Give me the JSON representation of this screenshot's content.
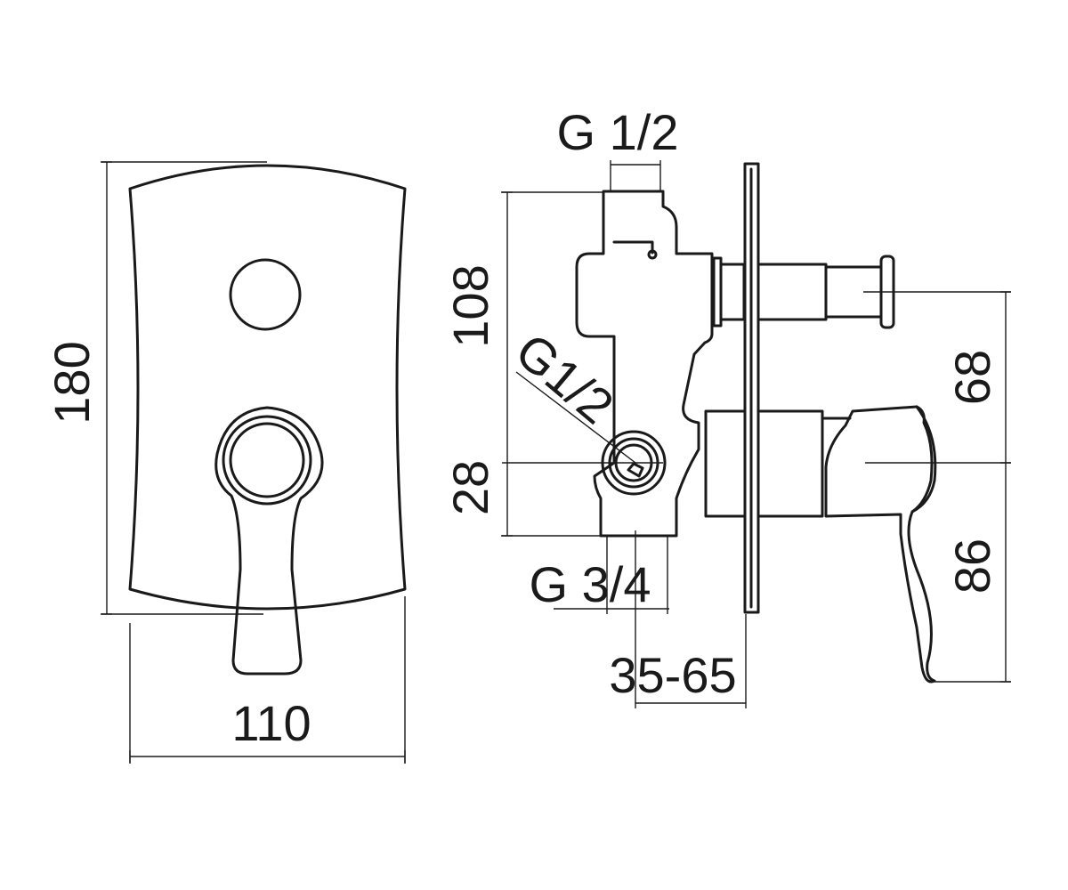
{
  "dimensions": {
    "front_height": "180",
    "front_width": "110",
    "inlet_top": "G 1/2",
    "body_height": "108",
    "side_outlet": "G1/2",
    "outlet_offset": "28",
    "outlet_bottom": "G 3/4",
    "wall_depth": "35-65",
    "spout_to_axis": "68",
    "lever_drop": "86"
  }
}
